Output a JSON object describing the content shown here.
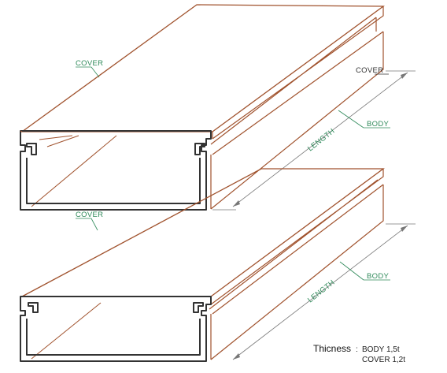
{
  "colors": {
    "outline": "#a0522d",
    "profile": "#333333",
    "leader": "#2f8a5a",
    "dimension": "#777777"
  },
  "top_duct": {
    "cover_label": "COVER",
    "cover_side_label": "COVER",
    "length_label": "LENGTH",
    "body_label": "BODY"
  },
  "bottom_duct": {
    "cover_label": "COVER",
    "length_label": "LENGTH",
    "body_label": "BODY"
  },
  "thickness": {
    "title": "Thicness",
    "separator": ":",
    "body": "BODY  1,5t",
    "cover": "COVER 1,2t"
  }
}
